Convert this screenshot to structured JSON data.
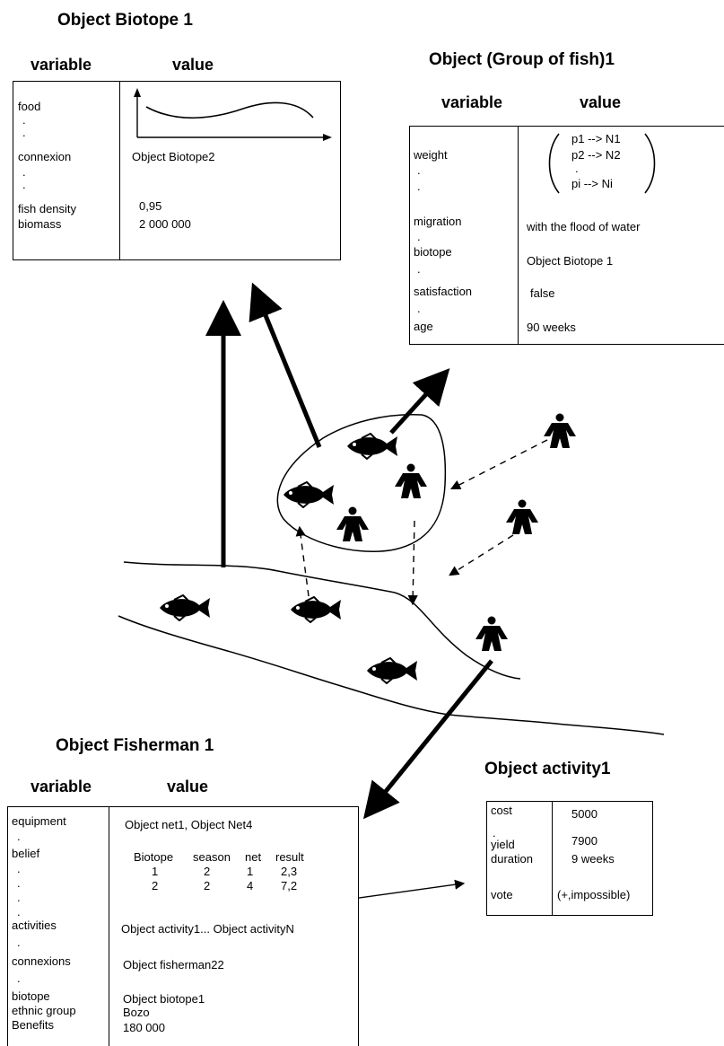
{
  "biotope": {
    "title": "Object Biotope 1",
    "col_variable": "variable",
    "col_value": "value",
    "rows": [
      {
        "variable": "food",
        "value": ""
      },
      {
        "variable": "connexion",
        "value": "Object Biotope2"
      },
      {
        "variable": "fish density",
        "value": "0,95"
      },
      {
        "variable": "biomass",
        "value": "2 000 000"
      }
    ]
  },
  "fish_group": {
    "title": "Object (Group of fish)1",
    "col_variable": "variable",
    "col_value": "value",
    "weight_label": "weight",
    "weight_lines": [
      "p1 --> N1",
      "p2 --> N2",
      ".",
      "pi  --> Ni"
    ],
    "rows": [
      {
        "variable": "migration",
        "value": "with the flood of water"
      },
      {
        "variable": "biotope",
        "value": "Object Biotope 1"
      },
      {
        "variable": "satisfaction",
        "value": "false"
      },
      {
        "variable": "age",
        "value": "90 weeks"
      }
    ]
  },
  "fisherman": {
    "title": "Object Fisherman 1",
    "col_variable": "variable",
    "col_value": "value",
    "equipment": {
      "variable": "equipment",
      "value": "Object net1, Object Net4"
    },
    "belief": {
      "variable": "belief",
      "headers": [
        "Biotope",
        "season",
        "net",
        "result"
      ],
      "rows": [
        [
          "1",
          "2",
          "1",
          "2,3"
        ],
        [
          "2",
          "2",
          "4",
          "7,2"
        ]
      ]
    },
    "activities": {
      "variable": "activities",
      "value": "Object activity1... Object activityN"
    },
    "connexions": {
      "variable": "connexions",
      "value": "Object fisherman22"
    },
    "biotope": {
      "variable": "biotope",
      "value": "Object  biotope1"
    },
    "ethnic_group": {
      "variable": "ethnic group",
      "value": "Bozo"
    },
    "benefits": {
      "variable": "Benefits",
      "value": "180 000"
    }
  },
  "activity": {
    "title": "Object activity1",
    "rows": [
      {
        "variable": "cost",
        "value": "5000"
      },
      {
        "variable": "yield",
        "value": "7900"
      },
      {
        "variable": "duration",
        "value": "9 weeks"
      },
      {
        "variable": "vote",
        "value": "(+,impossible)"
      }
    ]
  }
}
